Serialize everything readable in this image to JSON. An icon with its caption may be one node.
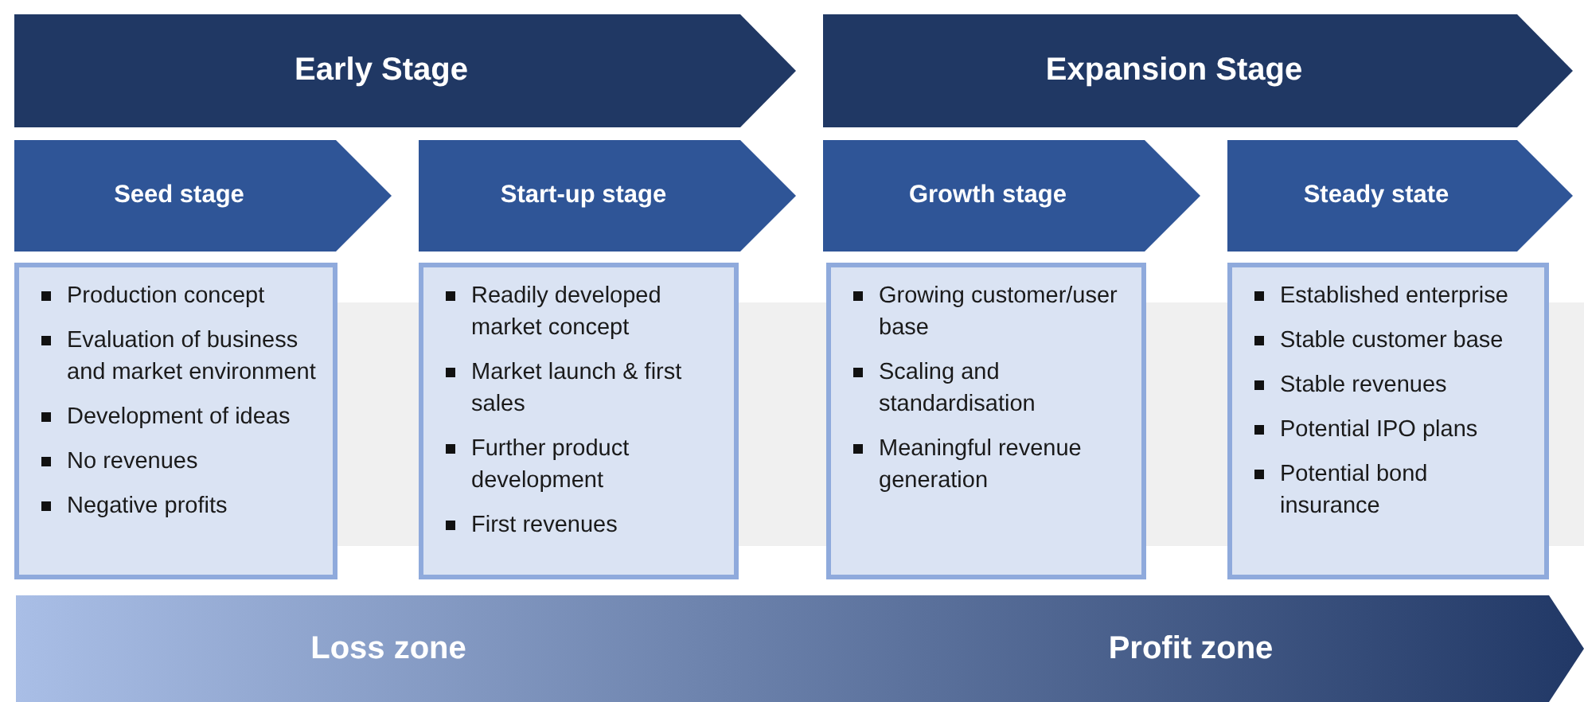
{
  "diagram": {
    "nodes": [
      {
        "text": [
          "Early Stage"
        ]
      },
      {
        "text": [
          "Expansion Stage"
        ]
      },
      {
        "text": [
          "Seed stage"
        ]
      },
      {
        "text": [
          "Start-up stage"
        ]
      },
      {
        "text": [
          "Growth stage"
        ]
      },
      {
        "text": [
          "Steady state"
        ]
      },
      {
        "text": [
          "Production concept",
          "Evaluation of business and market environment",
          "Development of ideas",
          "No revenues",
          "Negative profits"
        ]
      },
      {
        "text": [
          "Readily developed market concept",
          "Market launch & first sales",
          "Further product development",
          "First revenues"
        ]
      },
      {
        "text": [
          "Growing customer/user base",
          "Scaling and standardisation",
          "Meaningful revenue generation"
        ]
      },
      {
        "text": [
          "Established enterprise",
          "Stable customer base",
          "Stable revenues",
          "Potential IPO plans",
          "Potential bond insurance"
        ]
      },
      {
        "text": [
          "Loss zone",
          "Profit zone"
        ]
      }
    ]
  }
}
